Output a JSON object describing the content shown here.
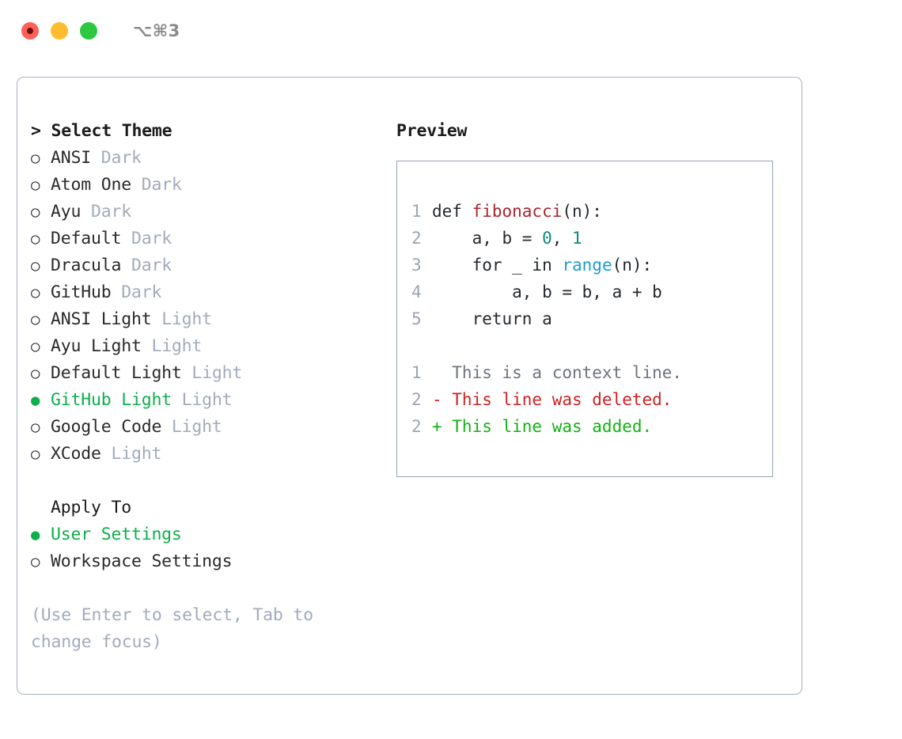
{
  "window": {
    "shortcut": "⌥⌘3",
    "traffic_lights": [
      {
        "name": "close",
        "color": "#ff6058"
      },
      {
        "name": "minimize",
        "color": "#ffbd2e"
      },
      {
        "name": "maximize",
        "color": "#2bc840"
      }
    ]
  },
  "accent": {
    "selected_green": "#0cb04a",
    "muted": "#a3abbb",
    "text": "#2a2a2a",
    "panel_border": "#a8b2c1",
    "preview_border": "#98a3b3"
  },
  "theme_picker": {
    "title": "> Select Theme",
    "marker_unselected": "○",
    "marker_selected": "●",
    "items": [
      {
        "name": "ANSI",
        "tag": " Dark",
        "selected": false
      },
      {
        "name": "Atom One",
        "tag": " Dark",
        "selected": false
      },
      {
        "name": "Ayu",
        "tag": " Dark",
        "selected": false
      },
      {
        "name": "Default",
        "tag": " Dark",
        "selected": false
      },
      {
        "name": "Dracula",
        "tag": " Dark",
        "selected": false
      },
      {
        "name": "GitHub",
        "tag": " Dark",
        "selected": false
      },
      {
        "name": "ANSI Light",
        "tag": " Light",
        "selected": false
      },
      {
        "name": "Ayu Light",
        "tag": " Light",
        "selected": false
      },
      {
        "name": "Default Light",
        "tag": " Light",
        "selected": false
      },
      {
        "name": "GitHub Light",
        "tag": " Light",
        "selected": true
      },
      {
        "name": "Google Code",
        "tag": " Light",
        "selected": false
      },
      {
        "name": "XCode",
        "tag": " Light",
        "selected": false
      }
    ]
  },
  "apply_to": {
    "title": "Apply To",
    "items": [
      {
        "name": "User Settings",
        "selected": true
      },
      {
        "name": "Workspace Settings",
        "selected": false
      }
    ]
  },
  "hint": "(Use Enter to select, Tab to change focus)",
  "preview": {
    "title": "Preview",
    "code_lines": [
      {
        "num": "1",
        "parts": [
          {
            "text": "def ",
            "type": "plain"
          },
          {
            "text": "fibonacci",
            "type": "fn"
          },
          {
            "text": "(n):",
            "type": "plain"
          }
        ]
      },
      {
        "num": "2",
        "parts": [
          {
            "text": "    a, b = ",
            "type": "plain"
          },
          {
            "text": "0",
            "type": "num"
          },
          {
            "text": ", ",
            "type": "plain"
          },
          {
            "text": "1",
            "type": "num"
          }
        ]
      },
      {
        "num": "3",
        "parts": [
          {
            "text": "    for _ in ",
            "type": "plain"
          },
          {
            "text": "range",
            "type": "call"
          },
          {
            "text": "(n):",
            "type": "plain"
          }
        ]
      },
      {
        "num": "4",
        "parts": [
          {
            "text": "        a, b = b, a + b",
            "type": "plain"
          }
        ]
      },
      {
        "num": "5",
        "parts": [
          {
            "text": "    return a",
            "type": "plain"
          }
        ]
      }
    ],
    "diff_lines": [
      {
        "num": "1",
        "kind": "ctx",
        "text": "  This is a context line."
      },
      {
        "num": "2",
        "kind": "del",
        "text": "- This line was deleted."
      },
      {
        "num": "2",
        "kind": "add",
        "text": "+ This line was added."
      }
    ]
  }
}
